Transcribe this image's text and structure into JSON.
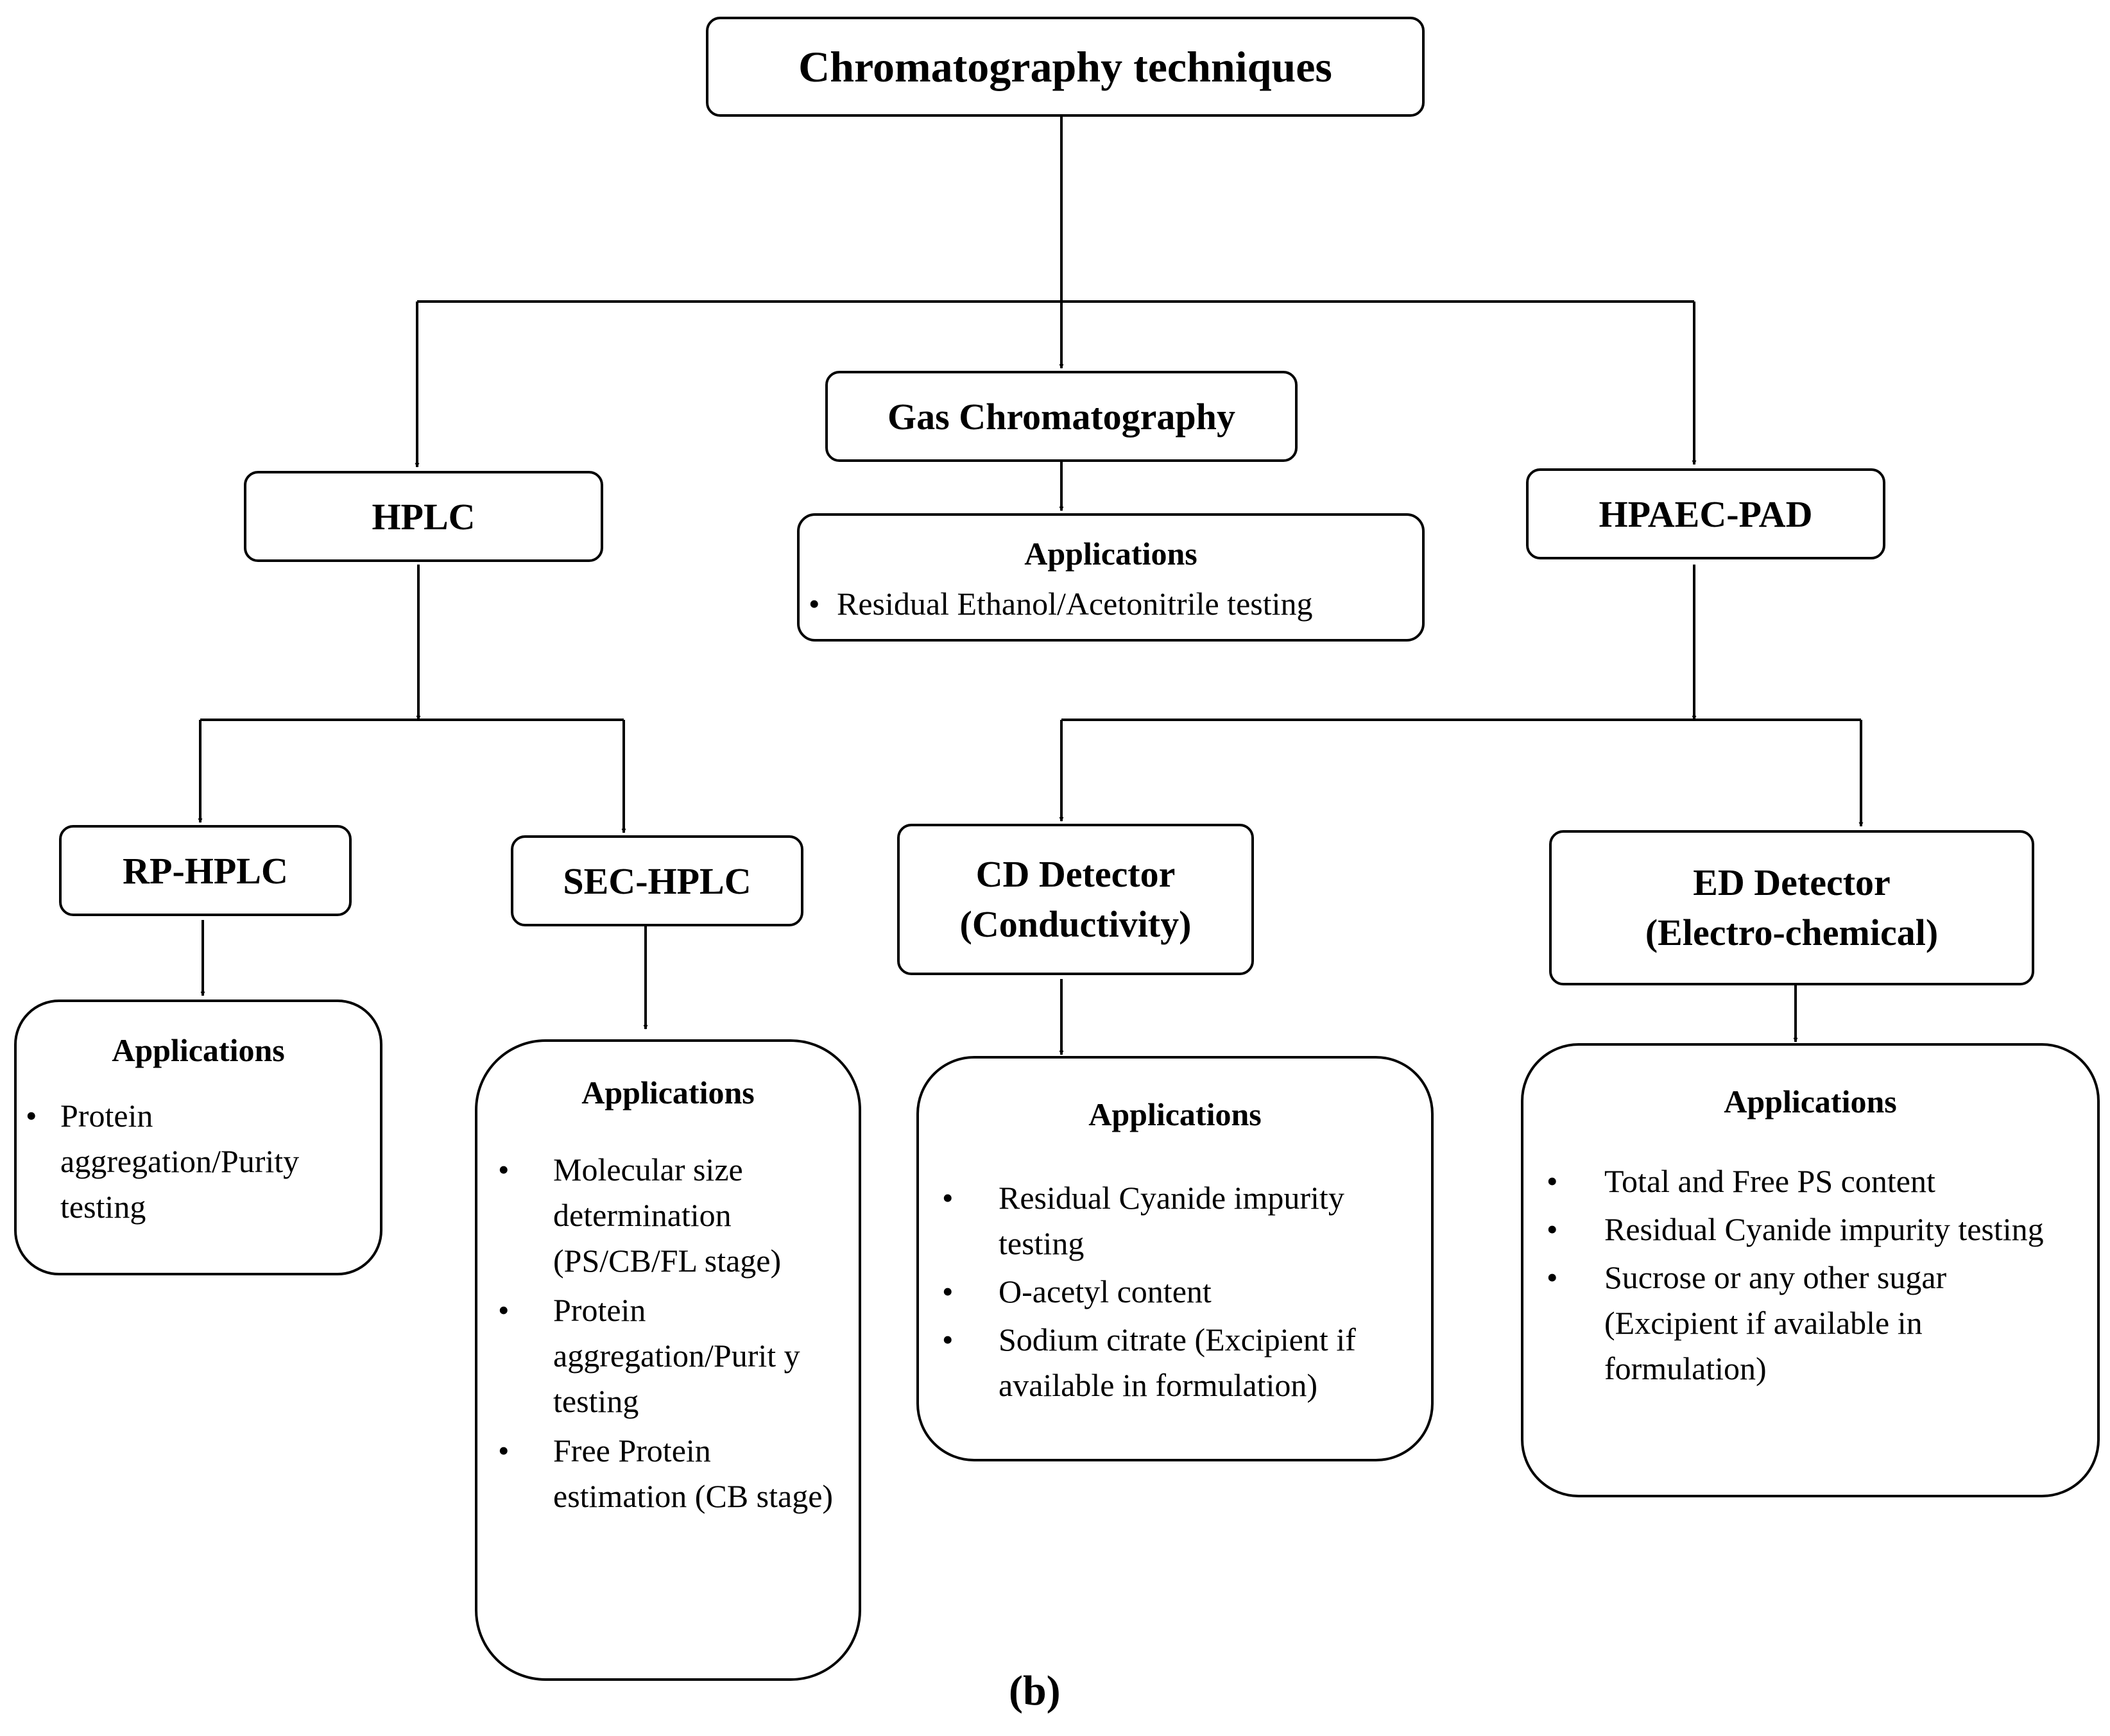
{
  "root": {
    "title": "Chromatography techniques"
  },
  "hplc": {
    "title": "HPLC",
    "rp": {
      "title": "RP-HPLC",
      "applications_title": "Applications",
      "items": [
        "Protein aggregation/Purity testing"
      ]
    },
    "sec": {
      "title": "SEC-HPLC",
      "applications_title": "Applications",
      "items": [
        "Molecular size determination (PS/CB/FL stage)",
        "Protein aggregation/Purit y testing",
        "Free Protein estimation (CB stage)"
      ]
    }
  },
  "gc": {
    "title": "Gas Chromatography",
    "applications_title": "Applications",
    "items": [
      "Residual Ethanol/Acetonitrile testing"
    ]
  },
  "hpaec": {
    "title": "HPAEC-PAD",
    "cd": {
      "title_line1": "CD Detector",
      "title_line2": "(Conductivity)",
      "applications_title": "Applications",
      "items": [
        "Residual Cyanide impurity testing",
        "O-acetyl content",
        "Sodium citrate (Excipient if available in formulation)"
      ]
    },
    "ed": {
      "title_line1": "ED Detector",
      "title_line2": "(Electro-chemical)",
      "applications_title": "Applications",
      "items": [
        "Total and Free PS content",
        "Residual Cyanide impurity testing",
        "Sucrose or any other sugar (Excipient if available in formulation)"
      ]
    }
  },
  "caption": "(b)"
}
